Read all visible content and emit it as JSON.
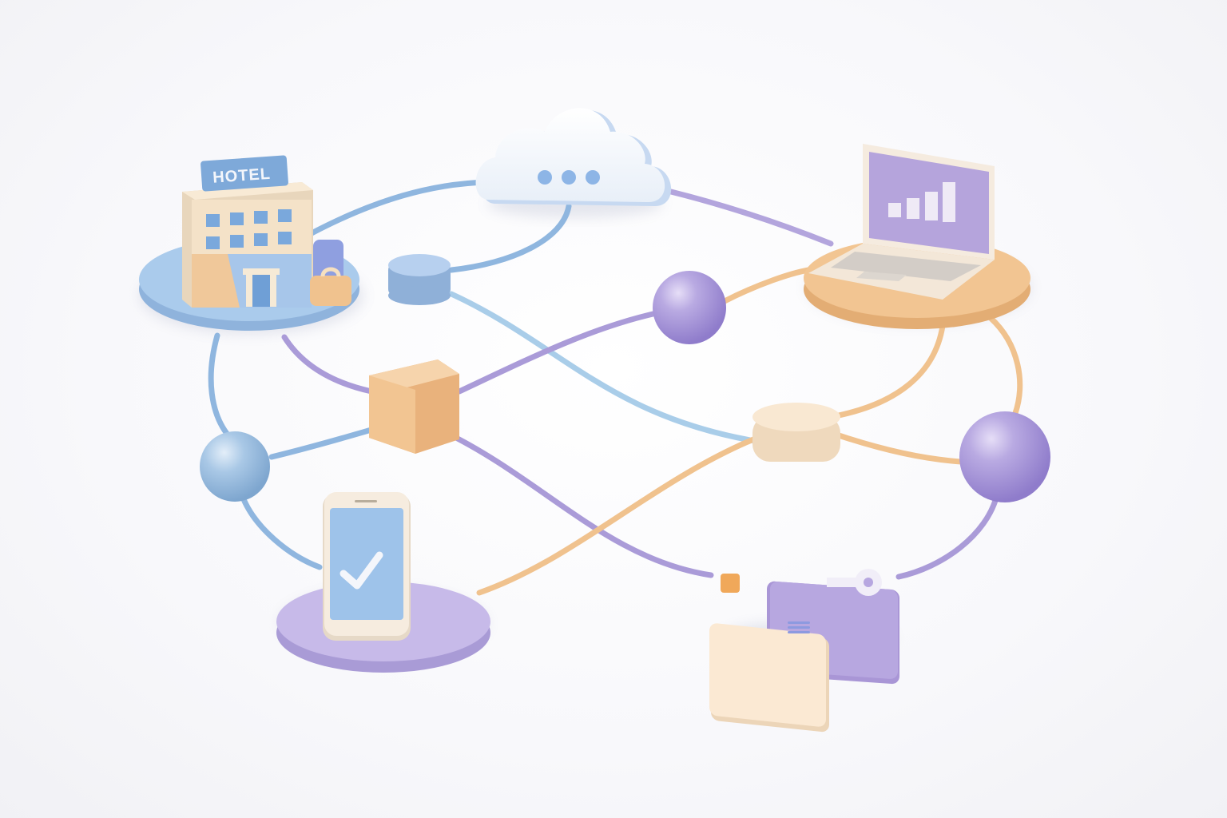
{
  "diagram": {
    "title": "",
    "colors": {
      "blue": "#9cc2e6",
      "blue_dark": "#7fa9d6",
      "lavender": "#b7a7dd",
      "lavender_dark": "#9f8fd2",
      "peach": "#f2c592",
      "cream": "#f7e6cf",
      "background": "#f7f7fa"
    },
    "nodes": [
      {
        "id": "hotel",
        "label": "Hotel",
        "sign_text": "HOTEL",
        "icon": "hotel-building-icon",
        "platform_color": "#a9cbed"
      },
      {
        "id": "cloud",
        "label": "Cloud",
        "icon": "cloud-icon",
        "detail": "three-dots"
      },
      {
        "id": "laptop",
        "label": "Laptop dashboard",
        "icon": "laptop-bar-chart-icon",
        "platform_color": "#f2c592"
      },
      {
        "id": "phone",
        "label": "Mobile confirmation",
        "icon": "phone-checkmark-icon",
        "platform_color": "#c2b5e6"
      },
      {
        "id": "payment",
        "label": "Payment card and key card",
        "icon": "credit-card-icon"
      },
      {
        "id": "hub-blue-disc",
        "label": "",
        "icon": "disc-node-icon"
      },
      {
        "id": "hub-purple-sphere-top",
        "label": "",
        "icon": "sphere-node-icon"
      },
      {
        "id": "hub-peach-cube",
        "label": "",
        "icon": "cube-node-icon"
      },
      {
        "id": "hub-blue-sphere",
        "label": "",
        "icon": "sphere-node-icon"
      },
      {
        "id": "hub-cream-cylinder",
        "label": "",
        "icon": "cylinder-node-icon"
      },
      {
        "id": "hub-purple-sphere-right",
        "label": "",
        "icon": "sphere-node-icon"
      }
    ],
    "edges": [
      {
        "from": "hotel",
        "to": "cloud",
        "color": "blue"
      },
      {
        "from": "cloud",
        "to": "hub-blue-disc",
        "color": "blue"
      },
      {
        "from": "cloud",
        "to": "laptop",
        "color": "lavender"
      },
      {
        "from": "hub-blue-disc",
        "to": "hub-cream-cylinder",
        "color": "blue"
      },
      {
        "from": "hotel",
        "to": "hub-peach-cube",
        "color": "lavender"
      },
      {
        "from": "hub-peach-cube",
        "to": "hub-purple-sphere-top",
        "color": "lavender"
      },
      {
        "from": "hub-purple-sphere-top",
        "to": "laptop",
        "color": "peach"
      },
      {
        "from": "hub-peach-cube",
        "to": "payment",
        "color": "lavender"
      },
      {
        "from": "hotel",
        "to": "hub-blue-sphere",
        "color": "blue"
      },
      {
        "from": "hub-blue-sphere",
        "to": "hub-peach-cube",
        "color": "blue"
      },
      {
        "from": "hub-blue-sphere",
        "to": "phone",
        "color": "blue"
      },
      {
        "from": "phone",
        "to": "hub-cream-cylinder",
        "color": "peach"
      },
      {
        "from": "laptop",
        "to": "hub-cream-cylinder",
        "color": "peach"
      },
      {
        "from": "hub-cream-cylinder",
        "to": "hub-purple-sphere-right",
        "color": "peach"
      },
      {
        "from": "laptop",
        "to": "hub-purple-sphere-right",
        "color": "peach"
      },
      {
        "from": "hub-purple-sphere-right",
        "to": "payment",
        "color": "lavender"
      }
    ]
  }
}
